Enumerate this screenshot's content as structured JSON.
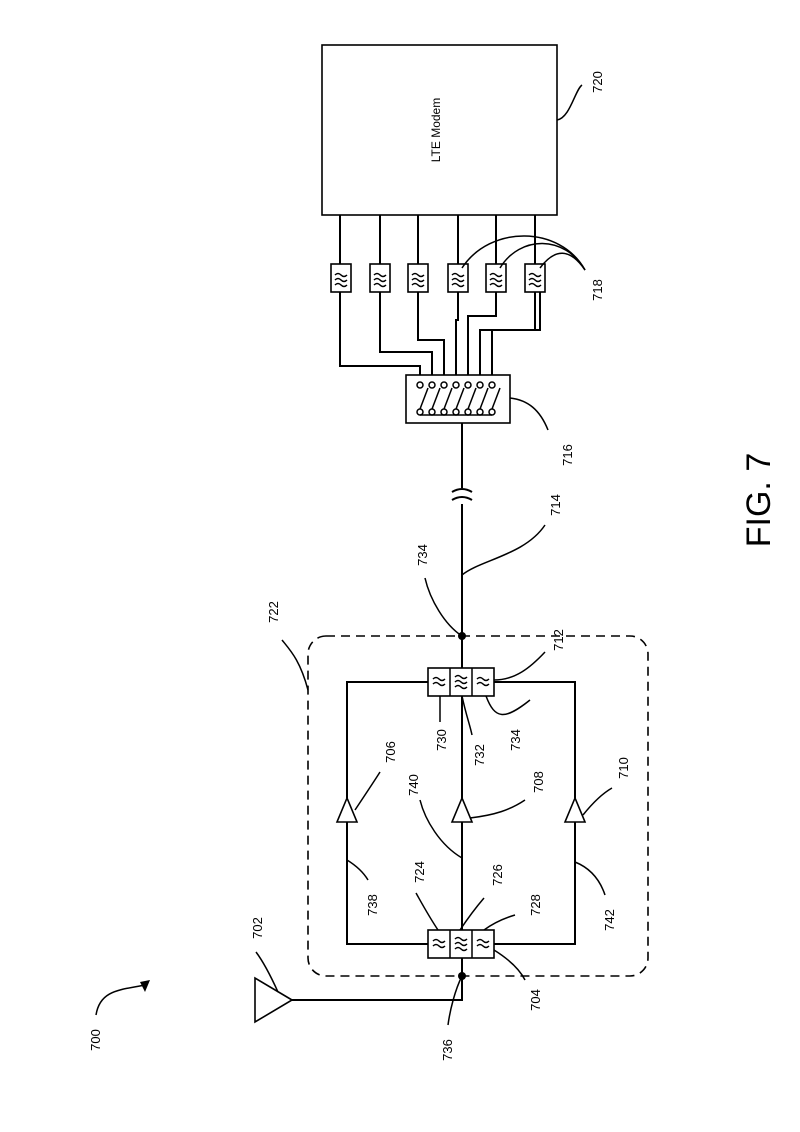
{
  "figure": {
    "caption": "FIG. 7",
    "system_ref": "700"
  },
  "modem": {
    "label": "LTE Modem",
    "ref": "720"
  },
  "refs": {
    "antenna": "702",
    "input_multiplexer": "704",
    "amp_top": "706",
    "amp_mid": "708",
    "amp_bot": "710",
    "output_multiplexer": "712",
    "cable": "714",
    "switch": "716",
    "modem_filters": "718",
    "enclosure": "722",
    "in_filter_1": "724",
    "in_filter_2": "726",
    "in_filter_3": "728",
    "out_filter_1": "730",
    "out_filter_2": "732",
    "out_filter_3": "734",
    "output_node": "734",
    "input_node": "736",
    "path_top": "738",
    "path_mid": "740",
    "path_bot": "742"
  }
}
